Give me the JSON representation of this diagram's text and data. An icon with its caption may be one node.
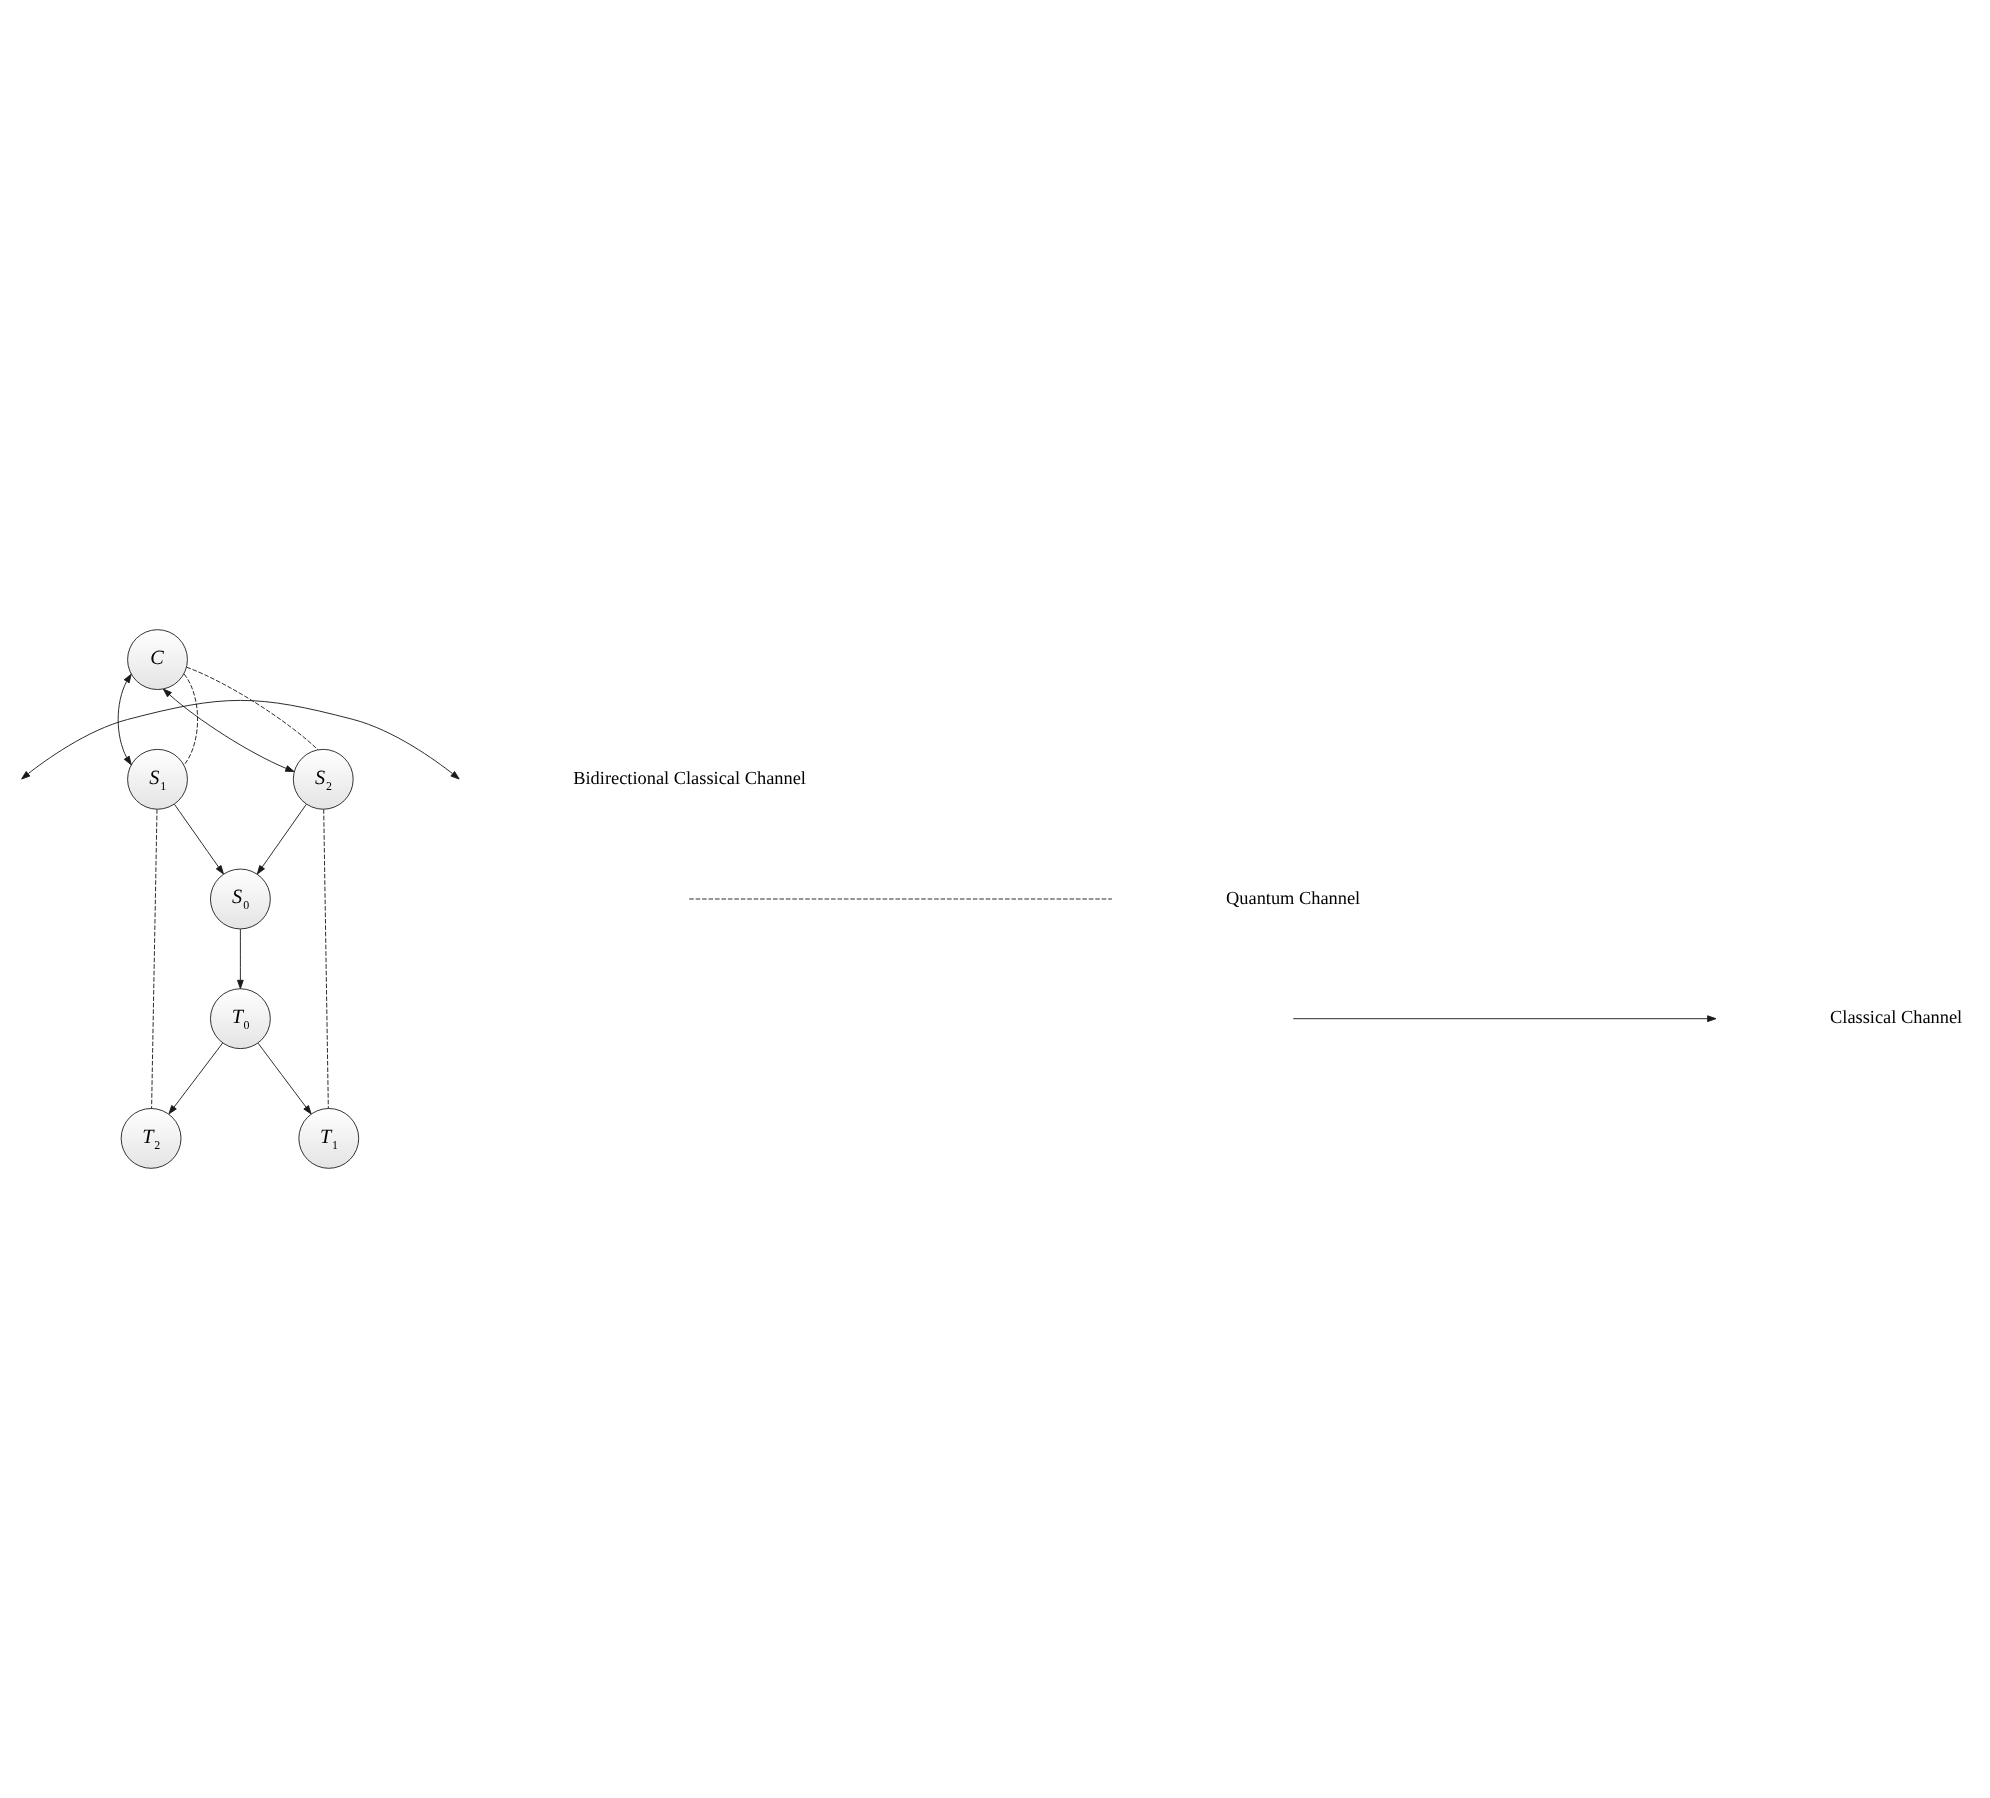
{
  "diagram": {
    "nodes": [
      {
        "text": [
          "*C*"
        ]
      },
      {
        "text": [
          "*S*$_{1}$"
        ]
      },
      {
        "text": [
          "*S*$_{2}$"
        ]
      },
      {
        "text": [
          "*S*$_{0}$"
        ]
      },
      {
        "text": [
          "*T*$_{0}$"
        ]
      },
      {
        "text": [
          "*T*$_{2}$"
        ]
      },
      {
        "text": [
          "*T*$_{1}$"
        ]
      }
    ],
    "edges": [
      {
        "from": 0,
        "to": 1,
        "arrow": "both"
      },
      {
        "from": 0,
        "to": 1,
        "arrow": "none",
        "style": "dashed"
      },
      {
        "from": 0,
        "to": 2,
        "arrow": "both"
      },
      {
        "from": 0,
        "to": 2,
        "arrow": "none",
        "style": "dashed"
      },
      {
        "from": 1,
        "to": 3,
        "arrow": "to"
      },
      {
        "from": 2,
        "to": 3,
        "arrow": "to"
      },
      {
        "from": 3,
        "to": 4,
        "arrow": "to"
      },
      {
        "from": 4,
        "to": 5,
        "arrow": "to"
      },
      {
        "from": 4,
        "to": 6,
        "arrow": "to"
      },
      {
        "from": 1,
        "to": 5,
        "arrow": "none",
        "style": "dashed"
      },
      {
        "from": 2,
        "to": 6,
        "arrow": "none",
        "style": "dashed"
      }
    ],
    "legend": [
      {
        "text": "Bidirectional Classical Channel"
      },
      {
        "text": "Quantum Channel"
      },
      {
        "text": "Classical Channel"
      }
    ]
  }
}
